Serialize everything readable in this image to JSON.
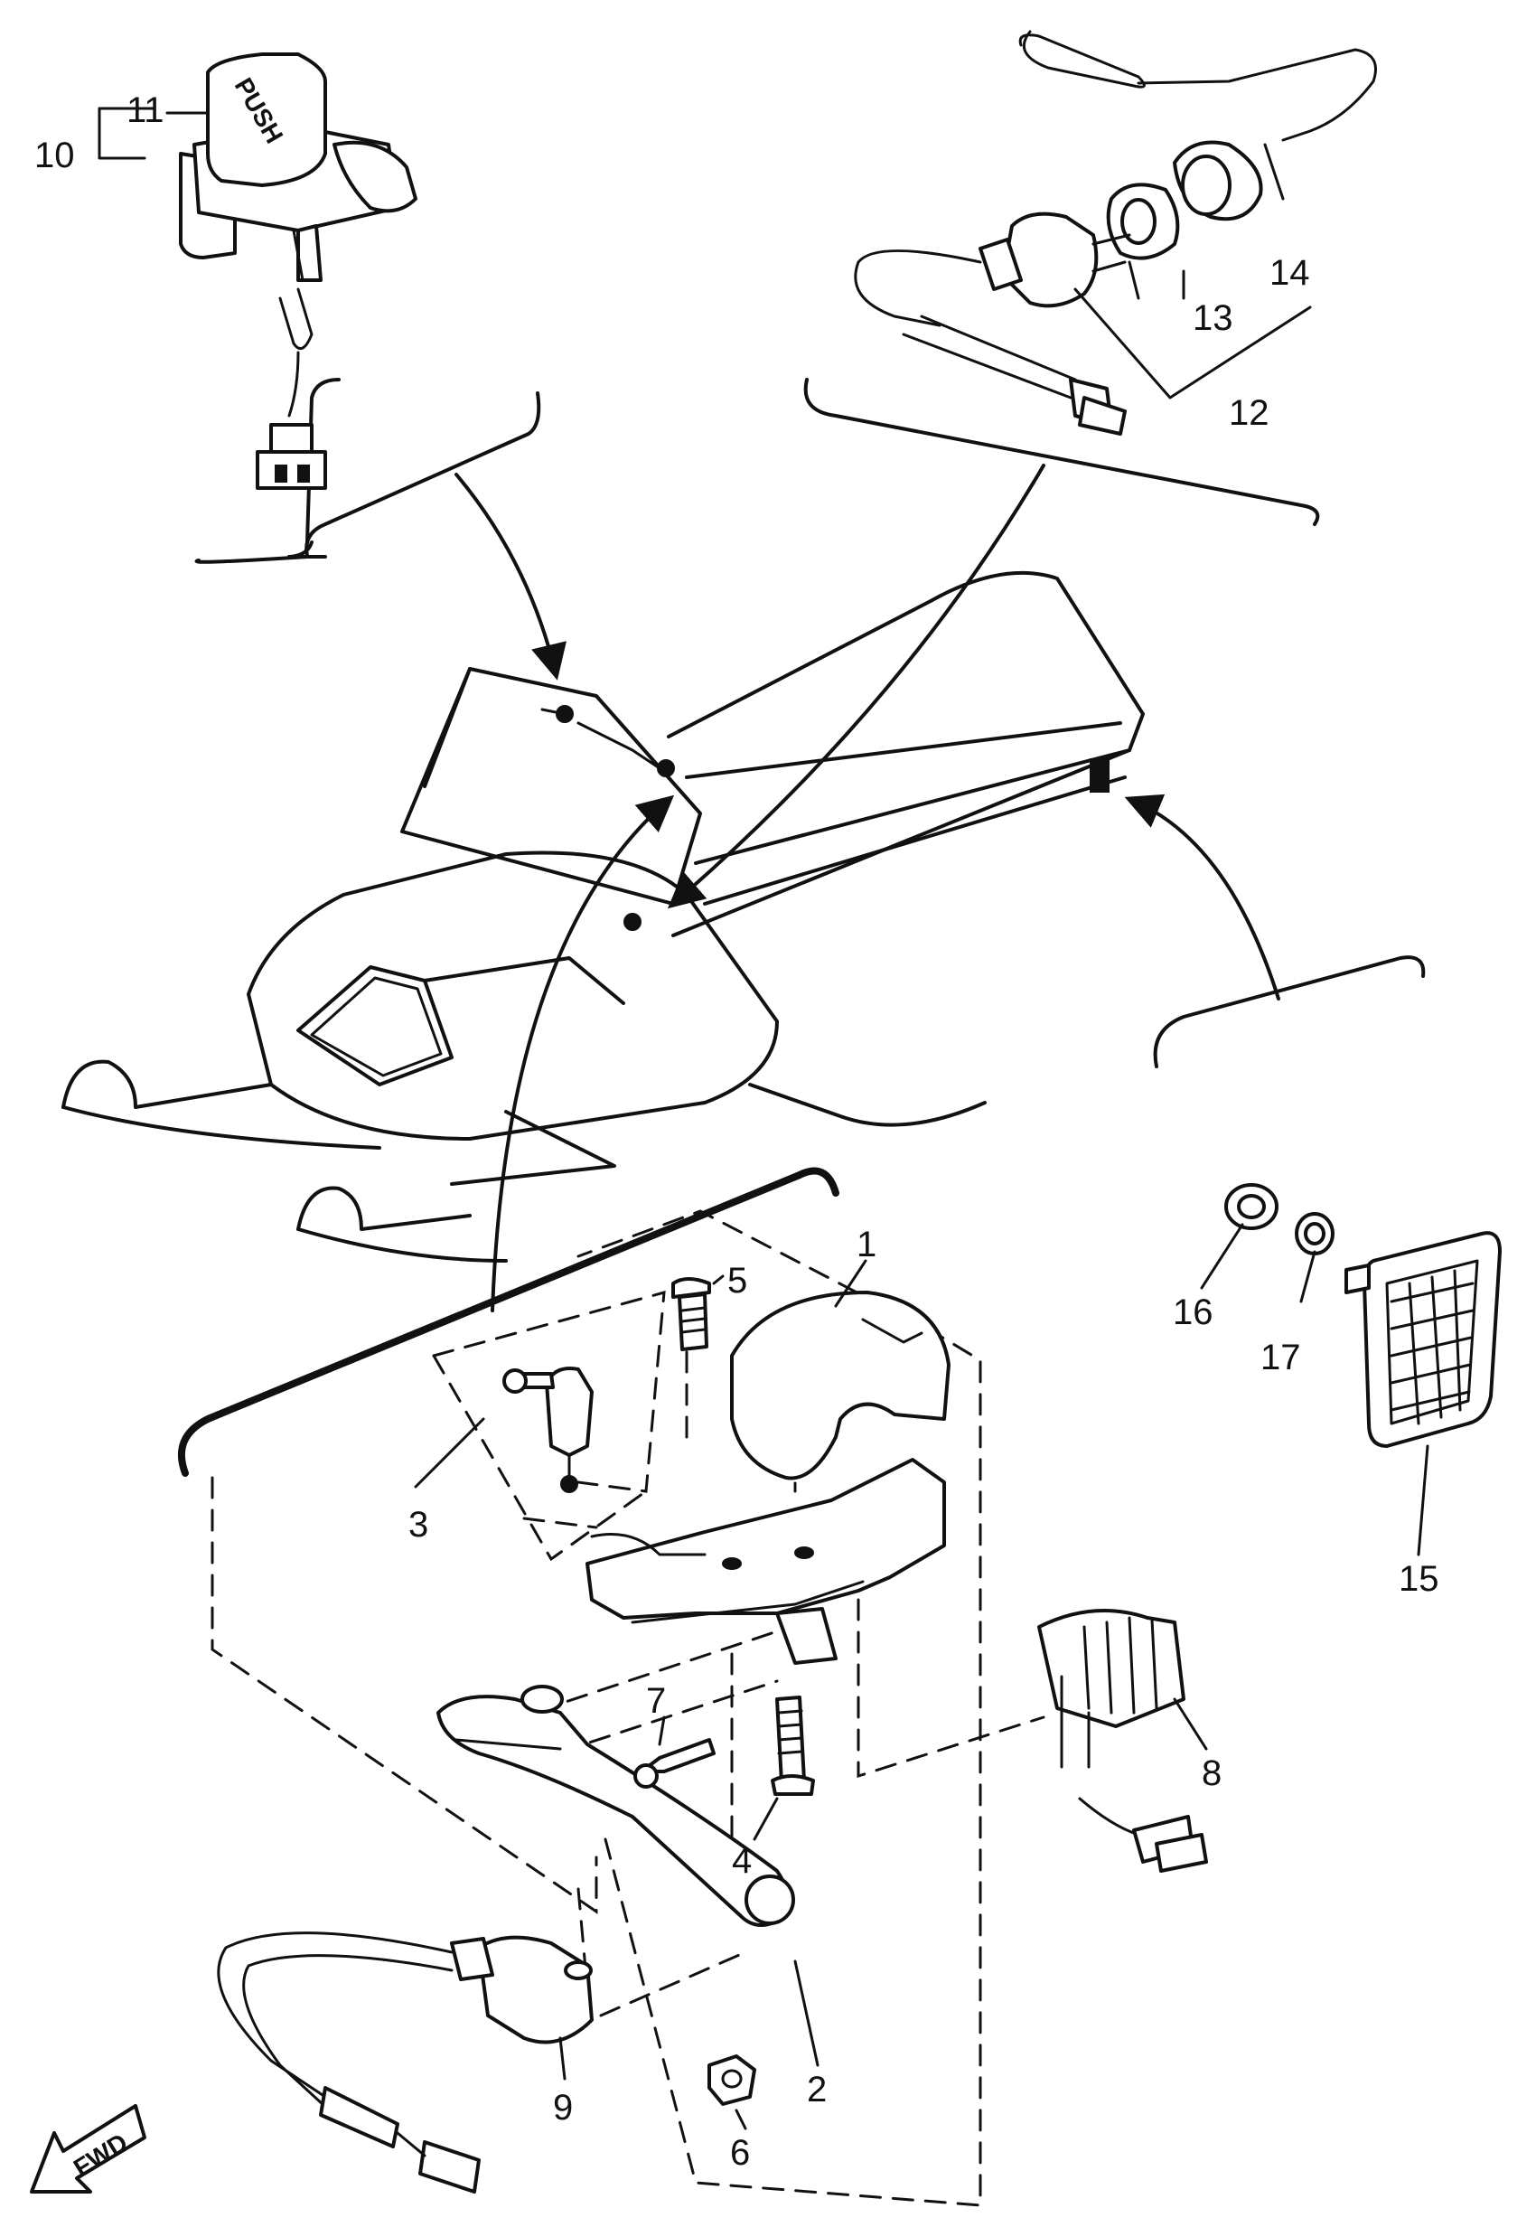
{
  "callouts": [
    {
      "id": "1",
      "label": "1"
    },
    {
      "id": "2",
      "label": "2"
    },
    {
      "id": "3",
      "label": "3"
    },
    {
      "id": "4",
      "label": "4"
    },
    {
      "id": "5",
      "label": "5"
    },
    {
      "id": "6",
      "label": "6"
    },
    {
      "id": "7",
      "label": "7"
    },
    {
      "id": "8",
      "label": "8"
    },
    {
      "id": "9",
      "label": "9"
    },
    {
      "id": "10",
      "label": "10"
    },
    {
      "id": "11",
      "label": "11"
    },
    {
      "id": "12",
      "label": "12"
    },
    {
      "id": "13",
      "label": "13"
    },
    {
      "id": "14",
      "label": "14"
    },
    {
      "id": "15",
      "label": "15"
    },
    {
      "id": "16",
      "label": "16"
    },
    {
      "id": "17",
      "label": "17"
    }
  ],
  "relay_marking": "PUSH",
  "direction_arrow": {
    "label": "FWD"
  }
}
